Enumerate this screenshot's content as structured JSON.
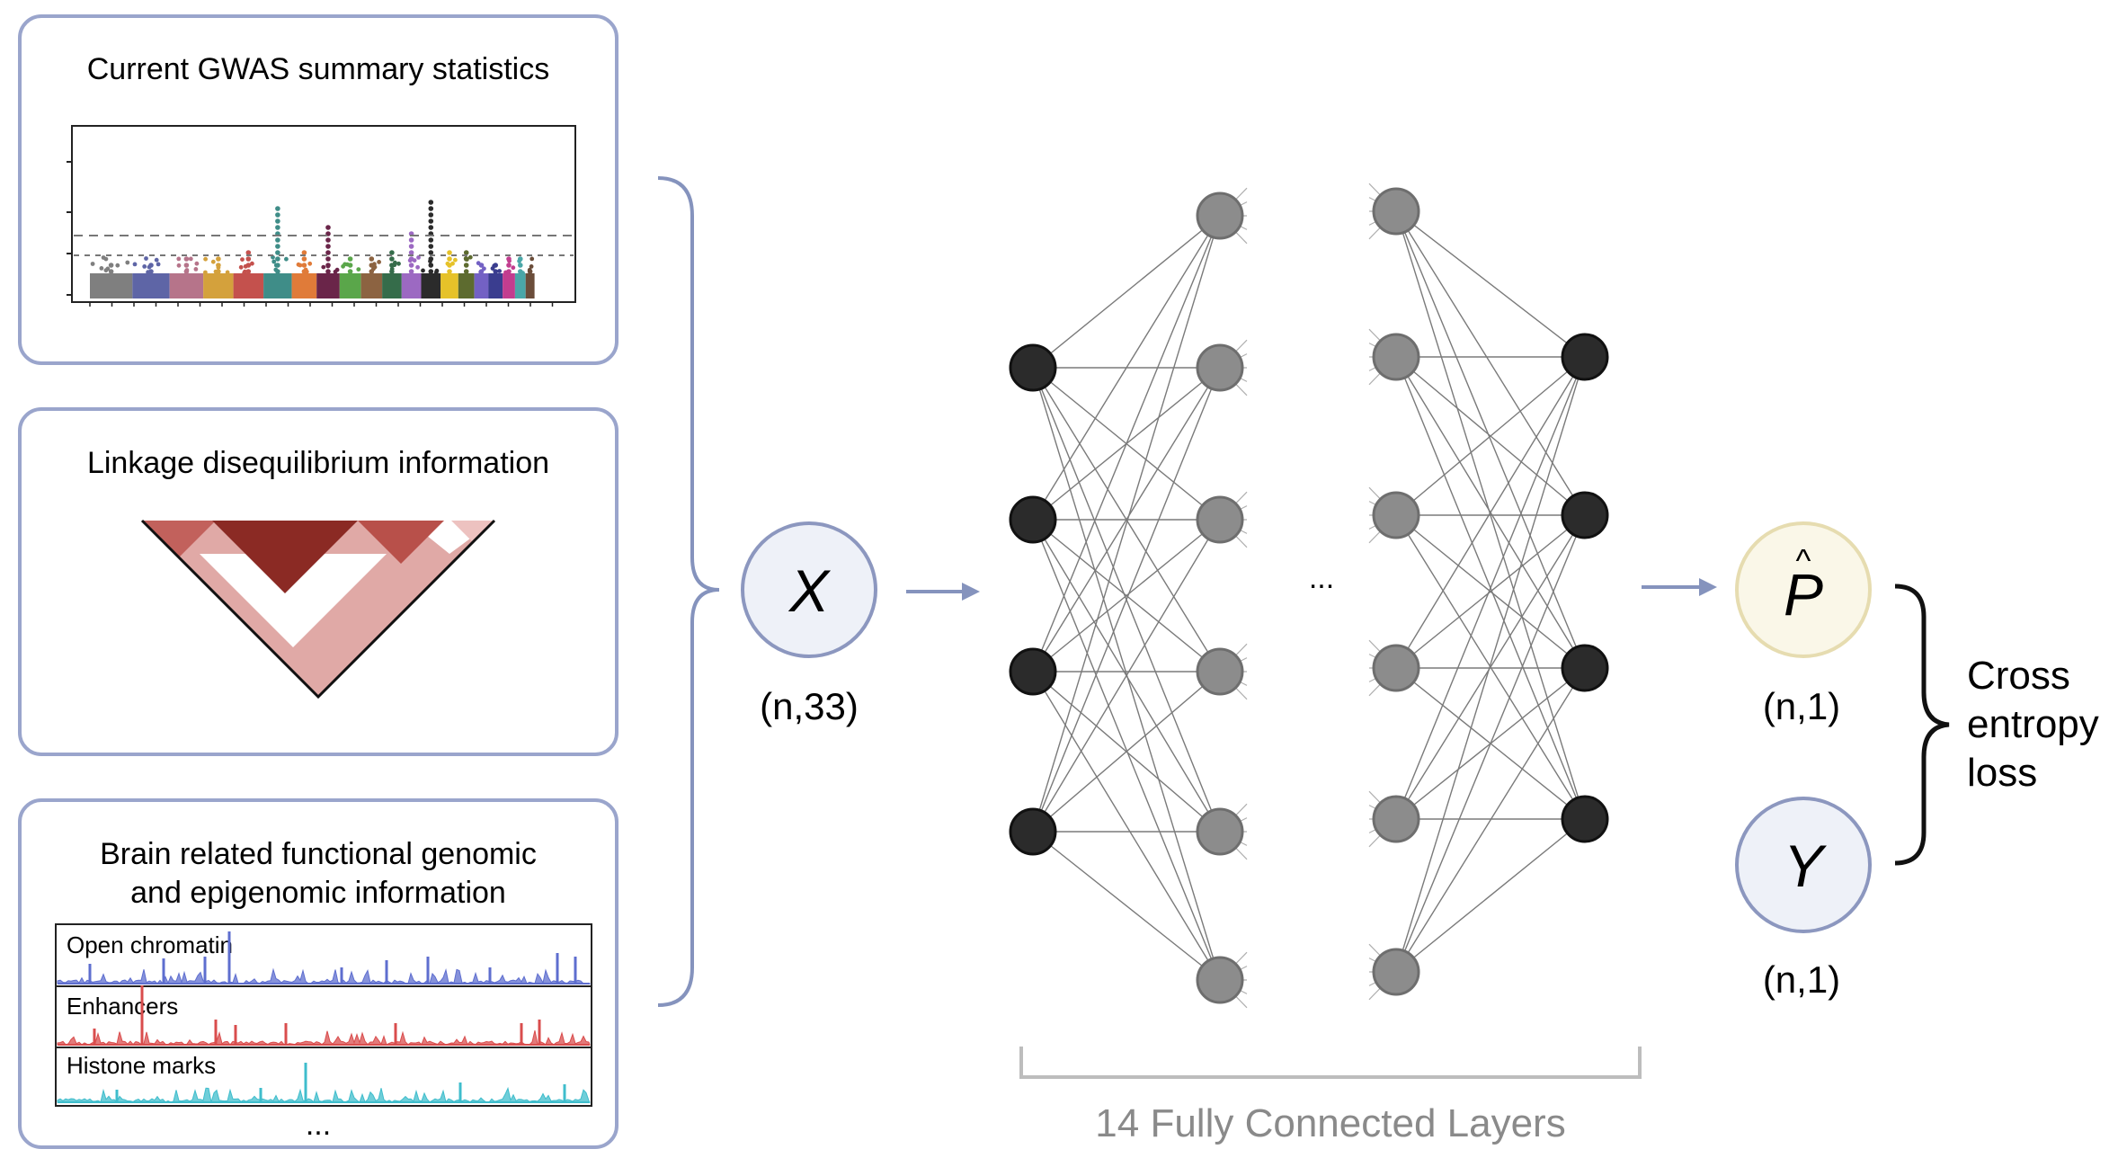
{
  "panels": {
    "gwas": {
      "title": "Current GWAS summary statistics",
      "colors": [
        "#7f7f7f",
        "#5e65a6",
        "#b6748a",
        "#d4a13c",
        "#c4514d",
        "#3f8d88",
        "#e07b39",
        "#6a2549",
        "#5aa64a",
        "#8c6341",
        "#356c4a",
        "#9c69c2",
        "#2b2b2b",
        "#e6c229",
        "#5d6b2f",
        "#7361c4",
        "#3a3d8f",
        "#c23d8f",
        "#4aa7a8",
        "#6b4d3a"
      ]
    },
    "ld": {
      "title": "Linkage disequilibrium information",
      "colors": {
        "dark": "#8b2a24",
        "mid": "#b8504a",
        "light": "#e0a9a6",
        "pale": "#edc2c0"
      }
    },
    "functional": {
      "title_line1": "Brain related functional genomic",
      "title_line2": "and epigenomic information",
      "tracks": [
        {
          "label": "Open chromatin",
          "color": "#5e6ecf"
        },
        {
          "label": "Enhancers",
          "color": "#d94d4d"
        },
        {
          "label": "Histone marks",
          "color": "#3fbdcc"
        }
      ],
      "more": "..."
    }
  },
  "input_node": {
    "symbol": "X",
    "shape": "(n,33)"
  },
  "network": {
    "ellipsis": "...",
    "caption": "14 Fully Connected Layers"
  },
  "output_node": {
    "symbol": "P",
    "hat": "^",
    "shape": "(n,1)"
  },
  "label_node": {
    "symbol": "Y",
    "shape": "(n,1)"
  },
  "loss": {
    "line1": "Cross",
    "line2": "entropy",
    "line3": "loss"
  },
  "colors": {
    "panel_border": "#9aa5cc",
    "node_dark": "#2b2b2b",
    "node_gray": "#8c8c8c",
    "edge": "#7a7a7a",
    "arrow": "#8593bd",
    "x_fill": "#eef1f8",
    "p_fill": "#faf7e8",
    "p_border": "#e6dcb0",
    "caption_gray": "#8a8a8a"
  }
}
